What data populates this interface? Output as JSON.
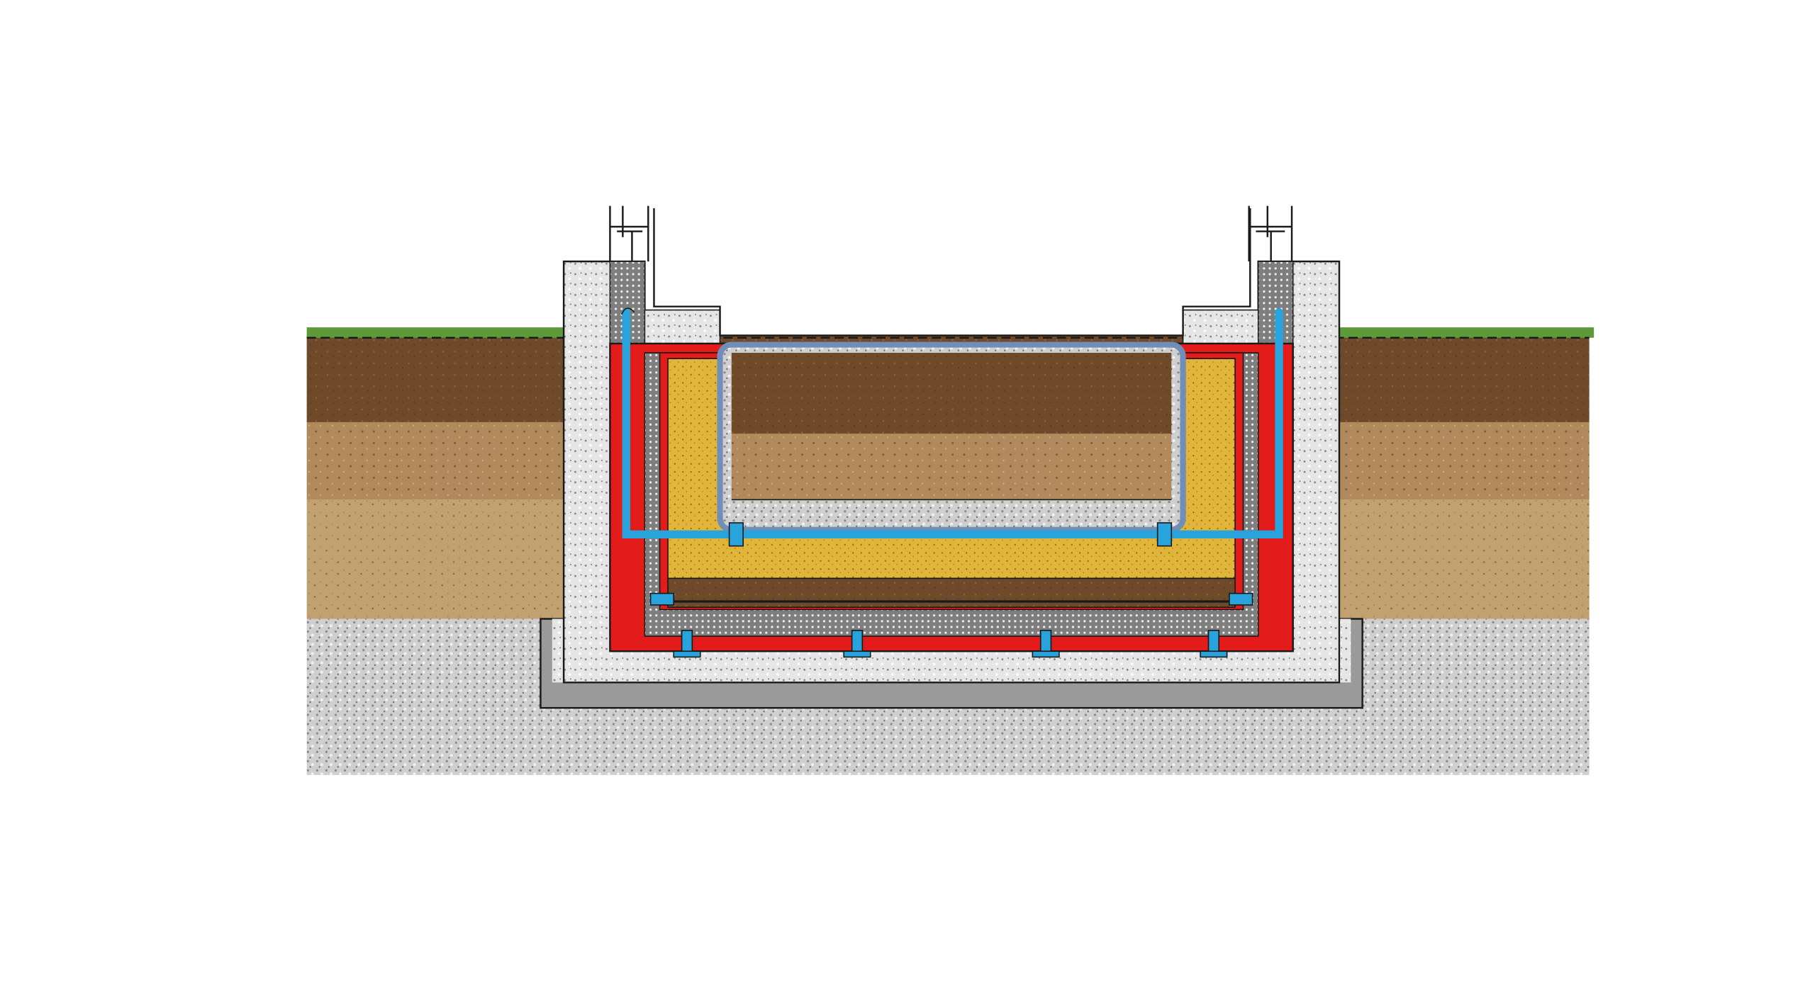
{
  "diagram": {
    "type": "cross-section",
    "colors": {
      "background": "#ffffff",
      "grass": "#5f9a3a",
      "topsoil": "#6e4a2a",
      "subsoil": "#b08a5c",
      "lower_soil": "#c2a171",
      "gravel": "#c9c9c9",
      "concrete": "#e2e2e2",
      "dark_aggregate": "#9a9a9a",
      "membrane": "#e31b1b",
      "sand": "#e0b53a",
      "pipe": "#29a3dc",
      "inner_frame": "#6f8fb8",
      "outline": "#1a1a1a"
    },
    "components": [
      "ground-strata",
      "concrete-wall",
      "footing",
      "membrane",
      "sand-fill",
      "drain-pipe",
      "inner-box",
      "support-brackets",
      "posts"
    ]
  }
}
